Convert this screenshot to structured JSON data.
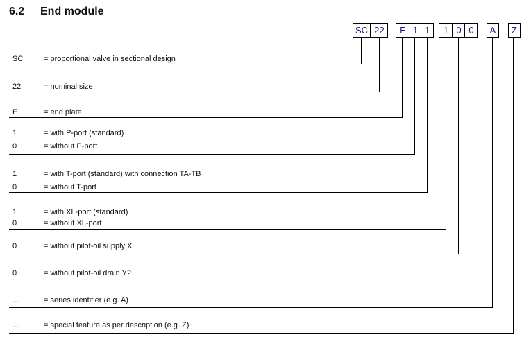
{
  "title": {
    "number": "6.2",
    "text": "End module"
  },
  "code": {
    "boxes": [
      "SC",
      "22",
      "E",
      "1",
      "1",
      "1",
      "0",
      "0",
      "A",
      "Z"
    ],
    "separator": "-"
  },
  "rows": [
    {
      "entries": [
        {
          "code": "SC",
          "desc": "= proportional valve in sectional design"
        }
      ]
    },
    {
      "entries": [
        {
          "code": "22",
          "desc": "= nominal size"
        }
      ]
    },
    {
      "entries": [
        {
          "code": "E",
          "desc": "= end plate"
        }
      ]
    },
    {
      "entries": [
        {
          "code": "1",
          "desc": "= with P-port (standard)"
        },
        {
          "code": "0",
          "desc": "= without P-port"
        }
      ]
    },
    {
      "entries": [
        {
          "code": "1",
          "desc": "= with T-port (standard) with connection TA-TB"
        },
        {
          "code": "0",
          "desc": "= without T-port"
        }
      ]
    },
    {
      "entries": [
        {
          "code": "1",
          "desc": "= with XL-port (standard)"
        },
        {
          "code": "0",
          "desc": "= without XL-port"
        }
      ]
    },
    {
      "entries": [
        {
          "code": "0",
          "desc": "= without pilot-oil supply X"
        }
      ]
    },
    {
      "entries": [
        {
          "code": "0",
          "desc": "= without pilot-oil drain Y2"
        }
      ]
    },
    {
      "entries": [
        {
          "code": "...",
          "desc": "= series identifier (e.g. A)"
        }
      ]
    },
    {
      "entries": [
        {
          "code": "...",
          "desc": "= special feature as per description (e.g. Z)"
        }
      ]
    }
  ],
  "colors": {
    "code_text": "#1f1f78",
    "line_color": "#000000",
    "body_text": "#111111",
    "background": "#ffffff"
  }
}
